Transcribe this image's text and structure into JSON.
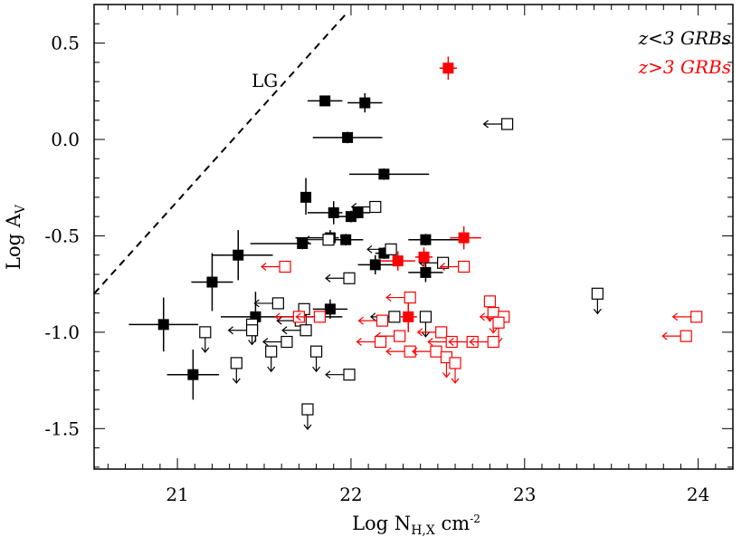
{
  "chart_data": {
    "type": "scatter",
    "xlabel": "Log N",
    "xlabel_sub": "H,X",
    "xlabel_unit": " cm",
    "xlabel_sup": "-2",
    "ylabel": "Log A",
    "ylabel_sub": "V",
    "xlim": [
      20.52,
      24.2
    ],
    "ylim": [
      -1.71,
      0.7
    ],
    "xticks": [
      "21",
      "22",
      "23",
      "24"
    ],
    "yticks": [
      "0.5",
      "0.0",
      "-0.5",
      "-1.0",
      "-1.5"
    ],
    "annotation": "LG",
    "lg_line": [
      [
        20.52,
        -0.8
      ],
      [
        21.97,
        0.65
      ]
    ],
    "legend": [
      {
        "label": "z<3 GRBs",
        "color": "#000000"
      },
      {
        "label": "z>3 GRBs",
        "color": "#ff0000"
      }
    ],
    "series": [
      {
        "name": "z<3 GRBs",
        "color": "#000000",
        "detections": [
          [
            21.85,
            0.2,
            0.1,
            0.1,
            0.02,
            0.02
          ],
          [
            22.08,
            0.19,
            0.1,
            0.1,
            0.05,
            0.05
          ],
          [
            21.98,
            0.01,
            0.2,
            0.2,
            0.03,
            0.03
          ],
          [
            22.19,
            -0.18,
            0.2,
            0.26,
            0.03,
            0.03
          ],
          [
            21.74,
            -0.3,
            0.03,
            0.03,
            0.09,
            0.1
          ],
          [
            21.9,
            -0.38,
            0.15,
            0.05,
            0.06,
            0.06
          ],
          [
            22.0,
            -0.4,
            0.07,
            0.07,
            0.03,
            0.03
          ],
          [
            22.04,
            -0.38,
            0.07,
            0.07,
            0.03,
            0.03
          ],
          [
            21.88,
            -0.51,
            0.2,
            0.05,
            0.04,
            0.04
          ],
          [
            21.97,
            -0.52,
            0.1,
            0.1,
            0.03,
            0.03
          ],
          [
            21.72,
            -0.54,
            0.3,
            0.05,
            0.03,
            0.03
          ],
          [
            22.19,
            -0.59,
            0.05,
            0.05,
            0.03,
            0.03
          ],
          [
            22.43,
            -0.52,
            0.1,
            0.2,
            0.03,
            0.03
          ],
          [
            22.14,
            -0.65,
            0.1,
            0.1,
            0.05,
            0.05
          ],
          [
            22.43,
            -0.69,
            0.1,
            0.1,
            0.05,
            0.05
          ],
          [
            21.35,
            -0.6,
            0.15,
            0.2,
            0.13,
            0.13
          ],
          [
            21.2,
            -0.74,
            0.12,
            0.12,
            0.15,
            0.15
          ],
          [
            21.88,
            -0.88,
            0.1,
            0.1,
            0.05,
            0.05
          ],
          [
            21.45,
            -0.92,
            0.2,
            0.5,
            0.13,
            0.13
          ],
          [
            20.92,
            -0.96,
            0.2,
            0.2,
            0.14,
            0.14
          ],
          [
            21.09,
            -1.22,
            0.15,
            0.15,
            0.13,
            0.13
          ]
        ],
        "upper_limits": [
          [
            22.14,
            -0.35,
            "left"
          ],
          [
            21.87,
            -0.52,
            "left"
          ],
          [
            22.23,
            -0.57,
            "left"
          ],
          [
            22.53,
            -0.64,
            "left"
          ],
          [
            21.99,
            -0.72,
            "left"
          ],
          [
            22.9,
            0.08,
            "left"
          ],
          [
            23.42,
            -0.8,
            "down"
          ],
          [
            21.58,
            -0.85,
            "left"
          ],
          [
            21.73,
            -0.88,
            "down"
          ],
          [
            21.71,
            -0.94,
            "left"
          ],
          [
            21.43,
            -0.96,
            "down"
          ],
          [
            21.43,
            -0.99,
            "left"
          ],
          [
            21.74,
            -0.99,
            "left"
          ],
          [
            22.25,
            -0.92,
            "left"
          ],
          [
            22.43,
            -0.92,
            "down"
          ],
          [
            21.16,
            -1.0,
            "down"
          ],
          [
            21.63,
            -1.05,
            "left"
          ],
          [
            21.54,
            -1.1,
            "down"
          ],
          [
            21.8,
            -1.1,
            "down"
          ],
          [
            21.34,
            -1.16,
            "down"
          ],
          [
            21.99,
            -1.22,
            "left"
          ],
          [
            21.75,
            -1.4,
            "down"
          ]
        ]
      },
      {
        "name": "z>3 GRBs",
        "color": "#ff0000",
        "detections": [
          [
            22.56,
            0.37,
            0.05,
            0.05,
            0.06,
            0.06
          ],
          [
            22.65,
            -0.51,
            0.08,
            0.1,
            0.06,
            0.06
          ],
          [
            22.27,
            -0.63,
            0.1,
            0.1,
            0.05,
            0.05
          ],
          [
            22.42,
            -0.61,
            0.05,
            0.05,
            0.05,
            0.05
          ],
          [
            22.33,
            -0.92,
            0.05,
            0.05,
            0.08,
            0.08
          ]
        ],
        "upper_limits": [
          [
            21.62,
            -0.66,
            "left"
          ],
          [
            22.65,
            -0.66,
            "left"
          ],
          [
            22.34,
            -0.82,
            "left"
          ],
          [
            22.8,
            -0.84,
            "down"
          ],
          [
            22.82,
            -0.9,
            "down"
          ],
          [
            21.7,
            -0.92,
            "left"
          ],
          [
            21.82,
            -0.92,
            "left"
          ],
          [
            22.18,
            -0.94,
            "left"
          ],
          [
            22.88,
            -0.92,
            "left"
          ],
          [
            23.99,
            -0.92,
            "left"
          ],
          [
            22.85,
            -0.95,
            "down"
          ],
          [
            22.52,
            -1.0,
            "left"
          ],
          [
            22.28,
            -1.02,
            "left"
          ],
          [
            22.17,
            -1.05,
            "left"
          ],
          [
            22.58,
            -1.05,
            "left"
          ],
          [
            22.7,
            -1.05,
            "left"
          ],
          [
            22.82,
            -1.05,
            "left"
          ],
          [
            23.93,
            -1.02,
            "left"
          ],
          [
            22.34,
            -1.1,
            "left"
          ],
          [
            22.49,
            -1.1,
            "left"
          ],
          [
            22.55,
            -1.13,
            "down"
          ],
          [
            22.6,
            -1.16,
            "down"
          ]
        ]
      }
    ]
  }
}
